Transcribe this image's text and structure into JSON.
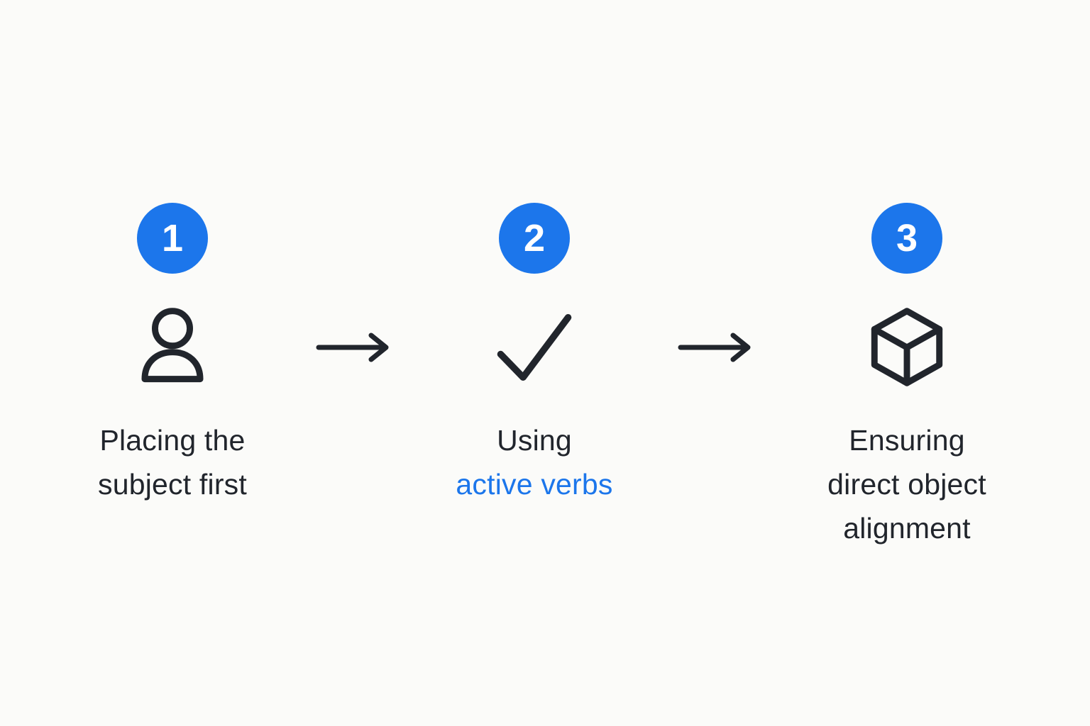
{
  "diagram": {
    "background_color": "#fbfbf9",
    "ink_color": "#21252c",
    "accent_color": "#1c76eb",
    "type": "horizontal-3-step-process"
  },
  "steps": [
    {
      "number": "1",
      "icon": "person-icon",
      "lines": [
        {
          "text": "Placing the",
          "accent": false
        },
        {
          "text": "subject first",
          "accent": false
        }
      ]
    },
    {
      "number": "2",
      "icon": "check-icon",
      "lines": [
        {
          "text": "Using",
          "accent": false
        },
        {
          "text": "active verbs",
          "accent": true
        }
      ]
    },
    {
      "number": "3",
      "icon": "cube-icon",
      "lines": [
        {
          "text": "Ensuring",
          "accent": false
        },
        {
          "text": "direct object",
          "accent": false
        },
        {
          "text": "alignment",
          "accent": false
        }
      ]
    }
  ],
  "connectors": [
    {
      "icon": "arrow-right-icon"
    },
    {
      "icon": "arrow-right-icon"
    }
  ]
}
